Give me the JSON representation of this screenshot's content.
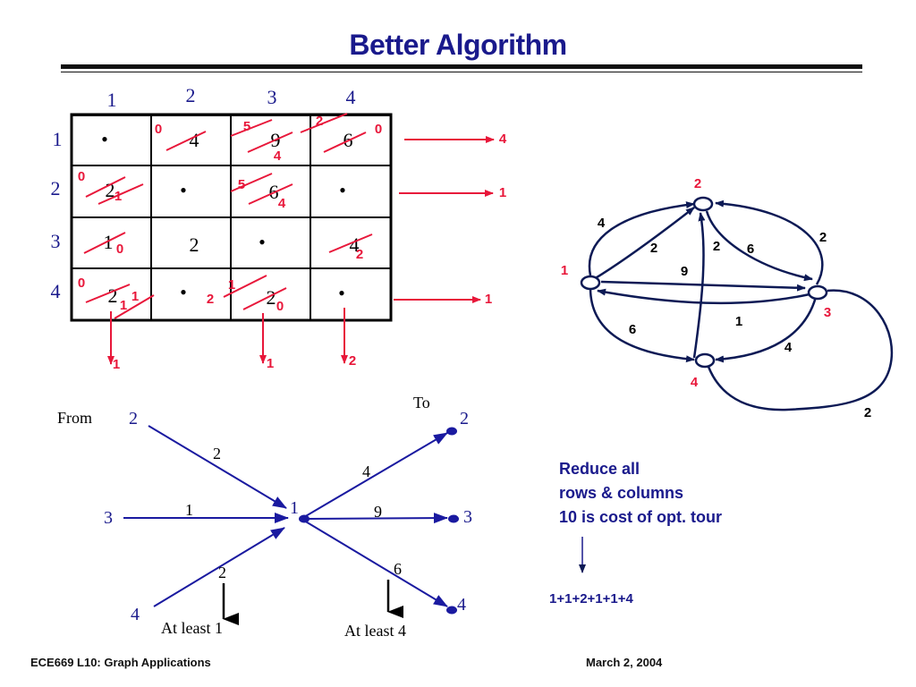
{
  "slide": {
    "title": "Better Algorithm",
    "footer_left": "ECE669  L10: Graph Applications",
    "footer_right": "March 2, 2004"
  },
  "colors": {
    "title": "#1a1a8c",
    "index": "#1a1a8c",
    "annotation": "#e8173a",
    "arrow_blue": "#1a1aa0",
    "ink": "#000000"
  },
  "matrix": {
    "col_headers": [
      "1",
      "2",
      "3",
      "4"
    ],
    "row_headers": [
      "1",
      "2",
      "3",
      "4"
    ],
    "cells": [
      [
        "•",
        "4",
        "9",
        "6"
      ],
      [
        "2",
        "•",
        "6",
        "•"
      ],
      [
        "1",
        "2",
        "•",
        "4"
      ],
      [
        "2",
        "•",
        "2",
        "•"
      ]
    ],
    "crossed": [
      [
        0,
        1
      ],
      [
        0,
        2
      ],
      [
        0,
        3
      ],
      [
        1,
        0
      ],
      [
        1,
        2
      ],
      [
        2,
        0
      ],
      [
        2,
        3
      ],
      [
        3,
        0
      ],
      [
        3,
        2
      ]
    ],
    "annotations": [
      "0",
      "5",
      "2",
      "0",
      "4",
      "0",
      "1",
      "5",
      "4",
      "0",
      "2",
      "0",
      "1",
      "1",
      "0",
      "1",
      "2"
    ],
    "row_min_values": [
      "4",
      "1",
      "",
      "1"
    ],
    "col_min_values": [
      "1",
      "",
      "1",
      "2"
    ]
  },
  "graph": {
    "nodes": [
      "1",
      "2",
      "3",
      "4"
    ],
    "edge_weights": [
      "4",
      "2",
      "2",
      "6",
      "9",
      "2",
      "1",
      "6",
      "4",
      "2"
    ]
  },
  "star": {
    "from_label": "From",
    "to_label": "To",
    "center": "1",
    "in_nodes": [
      "2",
      "3",
      "4"
    ],
    "in_weights": [
      "2",
      "1",
      "2"
    ],
    "out_nodes": [
      "2",
      "3",
      "4"
    ],
    "out_weights": [
      "4",
      "9",
      "6"
    ],
    "at_least_in": "At least 1",
    "at_least_out": "At least 4"
  },
  "notes": {
    "lines": [
      "Reduce all",
      "rows & columns",
      "10 is cost of opt. tour"
    ],
    "sum": "1+1+2+1+1+4"
  }
}
